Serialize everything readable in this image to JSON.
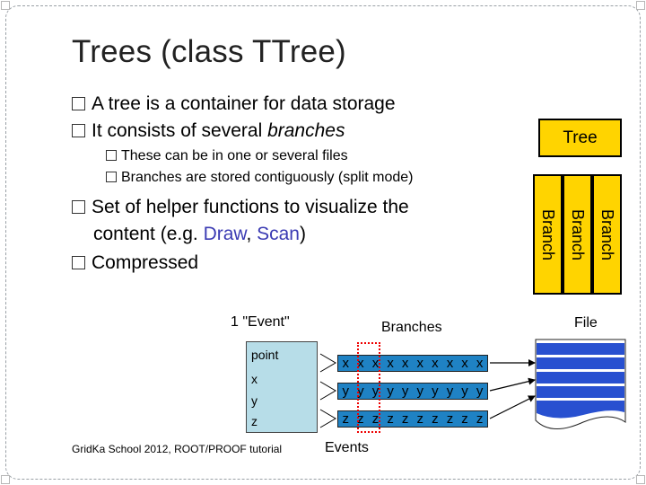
{
  "slide": {
    "title": "Trees (class TTree)",
    "bullets": {
      "b1": "A tree is a container for data storage",
      "b2_pre": "It consists of several ",
      "b2_em": "branches",
      "sub1": "These can be in one or several files",
      "sub2": "Branches are stored contiguously (split mode)",
      "b3_line1": "Set of helper  functions to visualize the",
      "b3_line2_pre": "content (e.g. ",
      "b3_draw": "Draw",
      "b3_sep": ", ",
      "b3_scan": "Scan",
      "b3_line2_post": ")",
      "b4": "Compressed"
    },
    "tree_label": "Tree",
    "branch_labels": [
      "Branch",
      "Branch",
      "Branch"
    ],
    "file_label": "File",
    "event_label": "1 \"Event\"",
    "branches_label": "Branches",
    "leaves": [
      "point",
      "x",
      "y",
      "z"
    ],
    "rows": {
      "x": [
        "x",
        "x",
        "x",
        "x",
        "x",
        "x",
        "x",
        "x",
        "x",
        "x"
      ],
      "y": [
        "y",
        "y",
        "y",
        "y",
        "y",
        "y",
        "y",
        "y",
        "y",
        "y"
      ],
      "z": [
        "z",
        "z",
        "z",
        "z",
        "z",
        "z",
        "z",
        "z",
        "z",
        "z"
      ]
    },
    "events_label": "Events",
    "footer": "GridKa School 2012, ROOT/PROOF tutorial",
    "colors": {
      "accent_yellow": "#ffd400",
      "row_blue": "#1f82c4",
      "leaf_bg": "#b7dde8",
      "file_blue": "#2850d0",
      "highlight": "#e00000",
      "link_blue": "#3b3bb3"
    }
  }
}
